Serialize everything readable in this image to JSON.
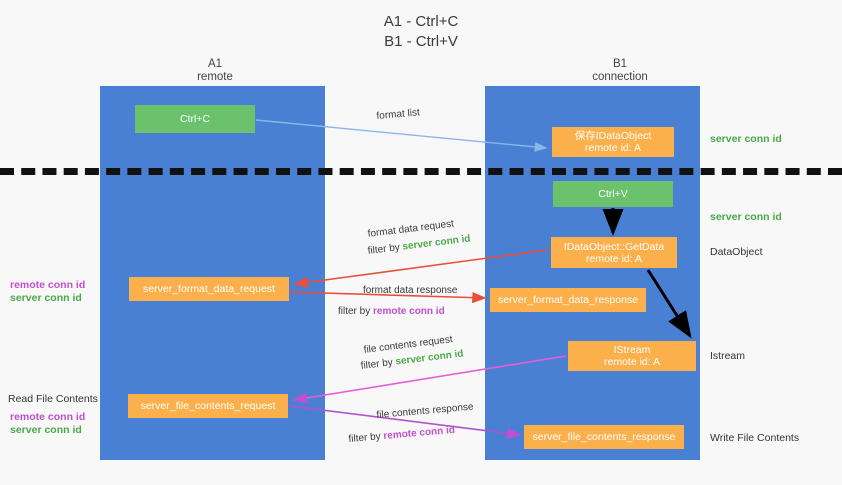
{
  "title": "A1 - Ctrl+C\nB1 - Ctrl+V",
  "colors": {
    "lane": "#4a80d3",
    "orange": "#fbb04b",
    "green": "#6cc26c",
    "server_conn_id": "#4aa84a",
    "remote_conn_id": "#c14fd0",
    "arrow_blue": "#8ab6e8",
    "arrow_red": "#e8503a",
    "arrow_magenta": "#c14fd0",
    "arrow_black": "#000000",
    "divider": "#111111"
  },
  "lanes": [
    {
      "name": "lane-a",
      "line1": "A1",
      "line2": "remote"
    },
    {
      "name": "lane-b",
      "line1": "B1",
      "line2": "connection"
    }
  ],
  "nodes": {
    "ctrl_c": {
      "line1": "Ctrl+C",
      "line2": ""
    },
    "save_idataobject": {
      "line1": "保存IDataObject",
      "line2": "remote id: A"
    },
    "ctrl_v": {
      "line1": "Ctrl+V",
      "line2": ""
    },
    "getdata": {
      "line1": "IDataObject::GetData",
      "line2": "remote id: A"
    },
    "istream": {
      "line1": "IStream",
      "line2": "remote id: A"
    },
    "server_format_data_request": {
      "line1": "server_format_data_request",
      "line2": ""
    },
    "server_format_data_response": {
      "line1": "server_format_data_response",
      "line2": ""
    },
    "server_file_contents_request": {
      "line1": "server_file_contents_request",
      "line2": ""
    },
    "server_file_contents_response": {
      "line1": "server_file_contents_response",
      "line2": ""
    }
  },
  "edge_labels": {
    "format_list": "format list",
    "format_data_request": "format data request",
    "format_data_request_filter_prefix": "filter by ",
    "format_data_request_filter_value": "server conn id",
    "format_data_response": "format data response",
    "format_data_response_filter_prefix": "filter by ",
    "format_data_response_filter_value": "remote conn id",
    "file_contents_request": "file contents request",
    "file_contents_request_filter_prefix": "filter by ",
    "file_contents_request_filter_value": "server conn id",
    "file_contents_response": "file contents response",
    "file_contents_response_filter_prefix": "filter by ",
    "file_contents_response_filter_value": "remote conn id"
  },
  "left_notes": {
    "conn_pair_top_remote": "remote conn id",
    "conn_pair_top_server": "server conn id",
    "read_file_contents": "Read File Contents",
    "conn_pair_bottom_remote": "remote conn id",
    "conn_pair_bottom_server": "server conn id"
  },
  "right_notes": {
    "server_conn_id_top": "server conn id",
    "server_conn_id_mid": "server conn id",
    "dataobject": "DataObject",
    "istream": "Istream",
    "write_file_contents": "Write File Contents"
  }
}
